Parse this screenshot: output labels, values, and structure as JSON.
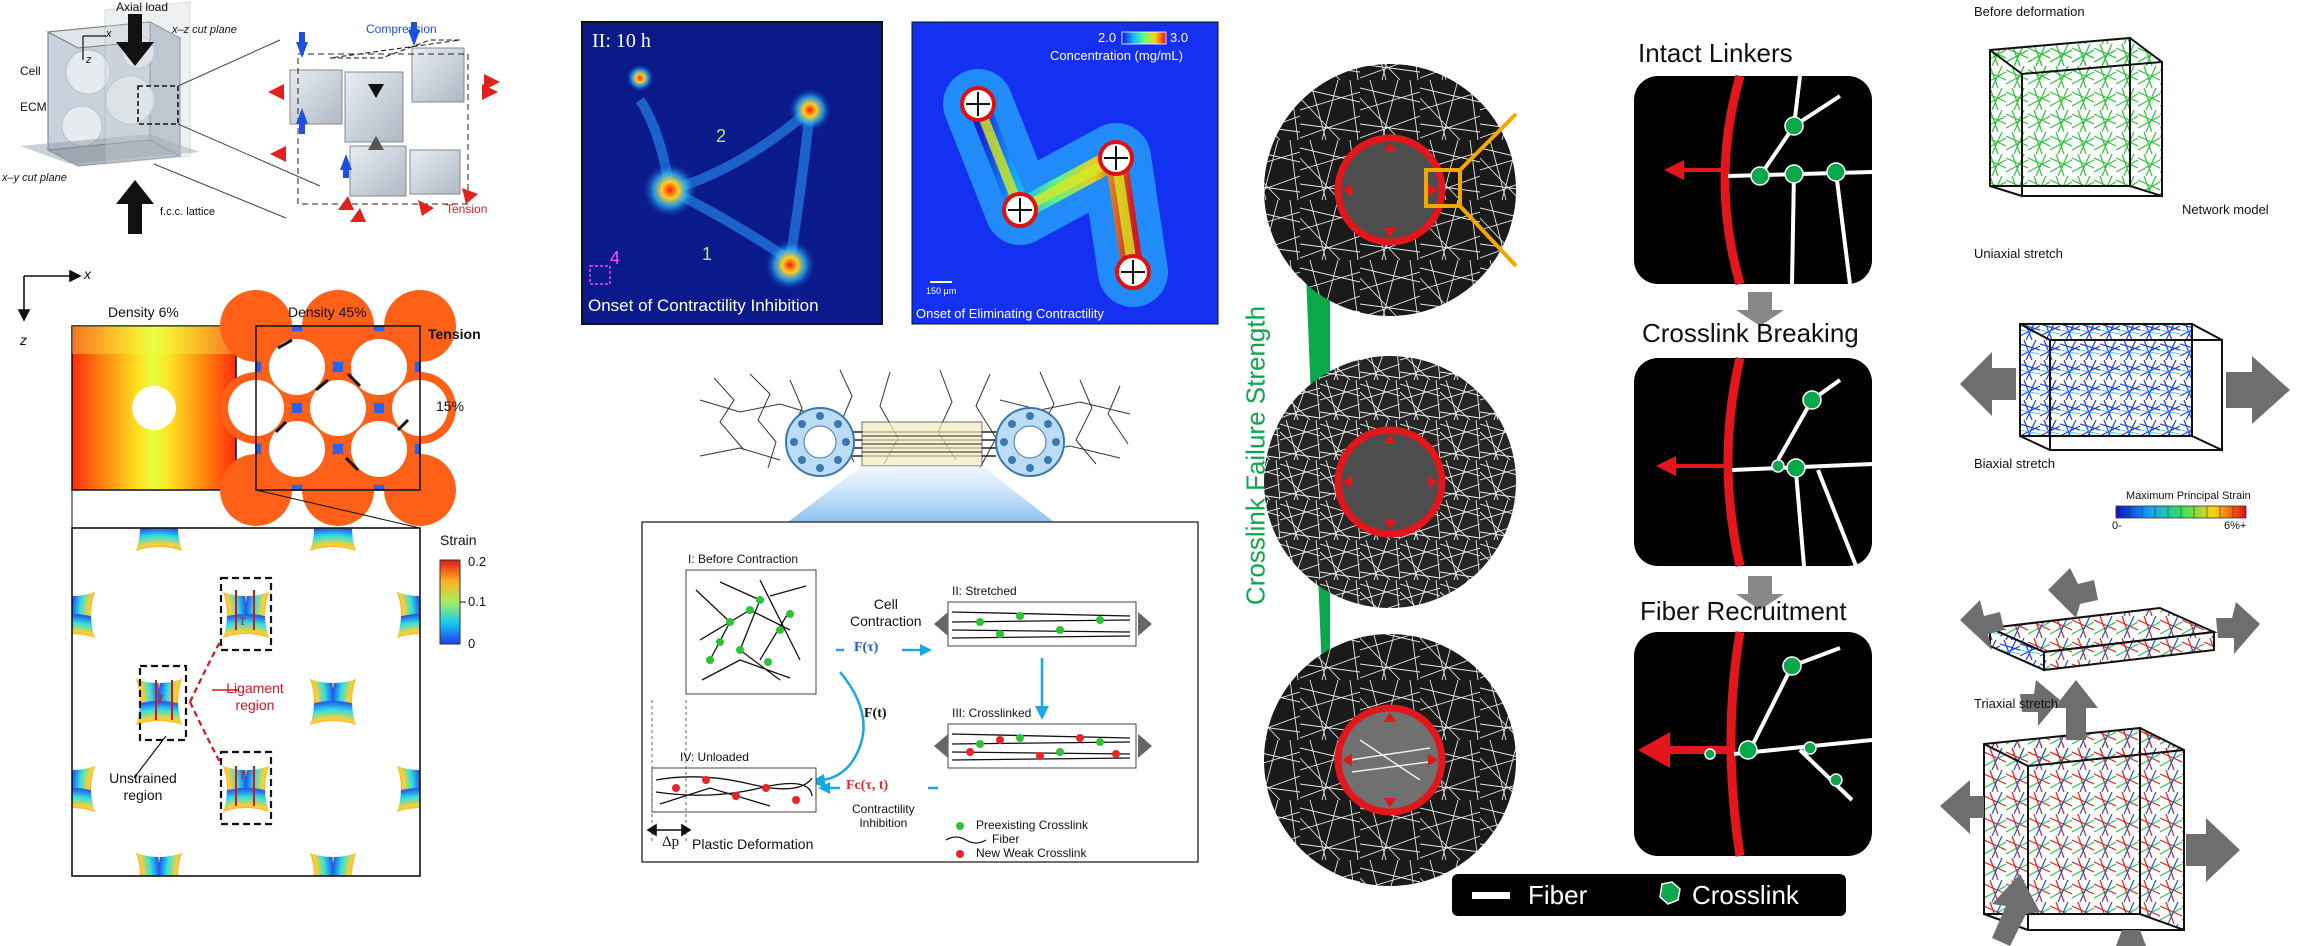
{
  "panel_a": {
    "axial_load": "Axial load",
    "xz_plane": "x–z cut plane",
    "cell": "Cell",
    "ecm": "ECM",
    "xy_plane": "x–y cut plane",
    "fcc": "f.c.c. lattice",
    "compression": "Compression",
    "tension": "Tension",
    "axis_x": "x",
    "axis_z": "z",
    "density_low": "Density 6%",
    "density_high": "Density 45%",
    "tension_title": "Tension",
    "tension_value": "15%",
    "strain_title": "Strain",
    "strain_max": "0.2",
    "strain_mid": "0.1",
    "strain_min": "0",
    "ligament": "Ligament region",
    "unstrained": "Unstrained region",
    "tau": "τ"
  },
  "panel_b": {
    "time_label": "II: 10 h",
    "cell_1": "1",
    "cell_2": "2",
    "cell_4": "4",
    "onset_inhibition": "Onset of Contractility Inhibition",
    "conc_min": "2.0",
    "conc_max": "3.0",
    "conc_label": "Concentration (mg/mL)",
    "scale_bar": "150 μm",
    "onset_eliminating": "Onset of Eliminating Contractility"
  },
  "panel_c": {
    "before": "I: Before Contraction",
    "stretched": "II: Stretched",
    "crosslinked": "III: Crosslinked",
    "unloaded": "IV: Unloaded",
    "cell_contraction_1": "Cell",
    "cell_contraction_2": "Contraction",
    "f_tau": "F(τ)",
    "f_t": "F(t)",
    "fc_tau_t": "Fc(τ, t)",
    "inhibition_1": "Contractility",
    "inhibition_2": "Inhibition",
    "delta_p": "Δp",
    "plastic": "Plastic Deformation",
    "legend_preexisting": "Preexisting Crosslink",
    "legend_fiber": "Fiber",
    "legend_weak": "New Weak Crosslink",
    "colors": {
      "green": "#2fc236",
      "red": "#e8242a",
      "blue": "#1aa7e6"
    }
  },
  "panel_d": {
    "intact": "Intact Linkers",
    "breaking": "Crosslink Breaking",
    "recruitment": "Fiber Recruitment",
    "strength_axis": "Crosslink Failure Strength",
    "legend_fiber": "Fiber",
    "legend_crosslink": "Crosslink",
    "colors": {
      "green": "#0aa84a",
      "red": "#e3161b"
    }
  },
  "panel_e": {
    "before_def": "Before deformation",
    "network_model": "Network model",
    "uniaxial": "Uniaxial stretch",
    "biaxial": "Biaxial stretch",
    "triaxial": "Triaxial stretch",
    "max_strain": "Maximum Principal Strain",
    "cb_min": "0-",
    "cb_max": "6%+"
  }
}
